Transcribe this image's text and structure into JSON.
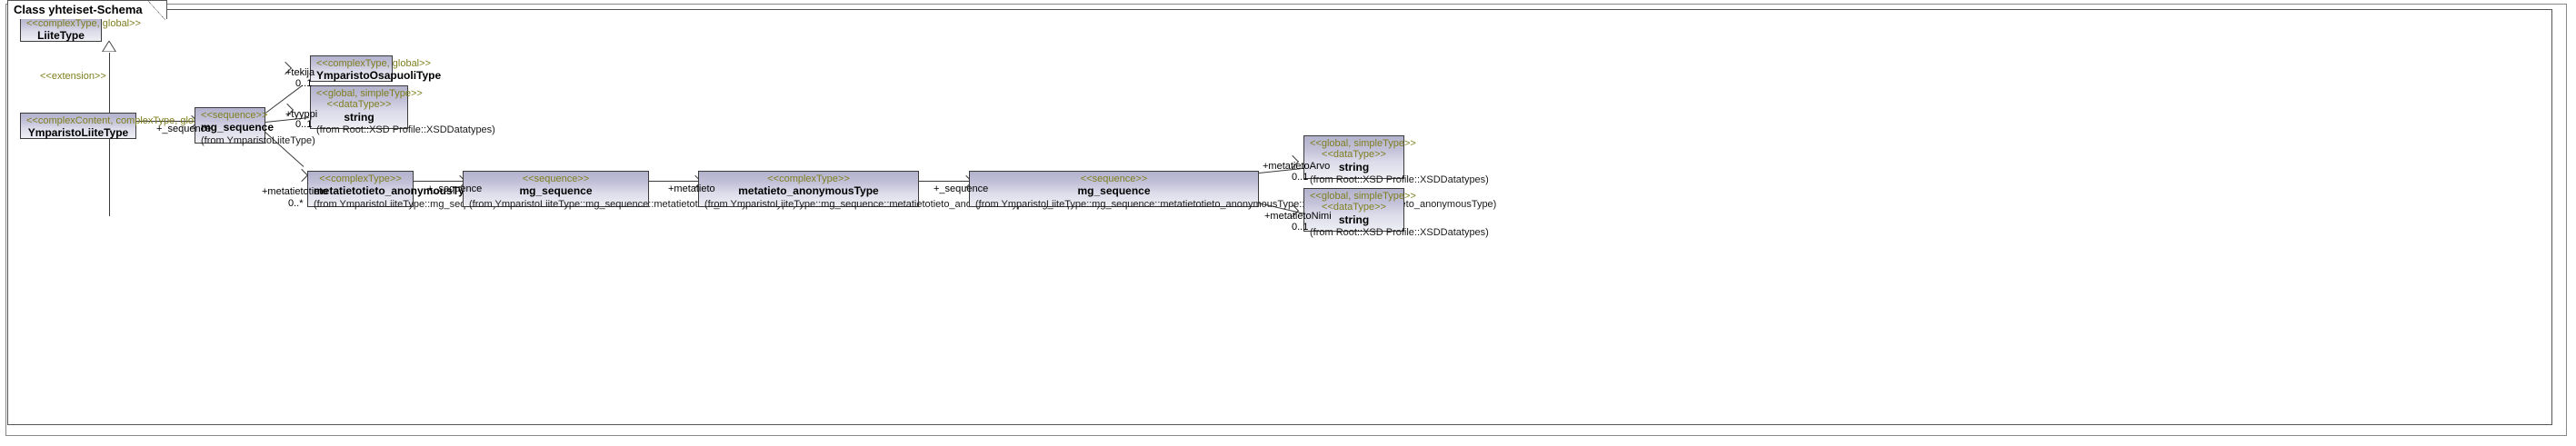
{
  "diagram": {
    "frame_title": "Class yhteiset-Schema",
    "nodes": {
      "liitetype": {
        "stereotype": "<<complexType, global>>",
        "name": "LiiteType"
      },
      "ymparisto_liitetype": {
        "stereotype": "<<complexContent, complexType, global>>",
        "name": "YmparistoLiiteType"
      },
      "mg_sequence_root": {
        "stereotype": "<<sequence>>",
        "name": "mg_sequence",
        "from": "(from YmparistoLiiteType)"
      },
      "ymparisto_osapuoli": {
        "stereotype": "<<complexType, global>>",
        "name": "YmparistoOsapuoliType"
      },
      "string_tyyppi": {
        "stereotype1": "<<global, simpleType>>",
        "stereotype2": "<<dataType>>",
        "name": "string",
        "from": "(from Root::XSD Profile::XSDDatatypes)"
      },
      "metatietotieto_anon": {
        "stereotype": "<<complexType>>",
        "name": "metatietotieto_anonymousType",
        "from": "(from YmparistoLiiteType::mg_sequence)"
      },
      "mg_sequence_2": {
        "stereotype": "<<sequence>>",
        "name": "mg_sequence",
        "from": "(from YmparistoLiiteType::mg_sequence::metatietotieto_anonymousType)"
      },
      "metatieto_anon": {
        "stereotype": "<<complexType>>",
        "name": "metatieto_anonymousType",
        "from": "(from YmparistoLiiteType::mg_sequence::metatietotieto_anonymousType::mg_sequence)"
      },
      "mg_sequence_3": {
        "stereotype": "<<sequence>>",
        "name": "mg_sequence",
        "from": "(from YmparistoLiiteType::mg_sequence::metatietotieto_anonymousType::mg_sequence::metatieto_anonymousType)"
      },
      "string_arvo": {
        "stereotype1": "<<global, simpleType>>",
        "stereotype2": "<<dataType>>",
        "name": "string",
        "from": "(from Root::XSD Profile::XSDDatatypes)"
      },
      "string_nimi": {
        "stereotype1": "<<global, simpleType>>",
        "stereotype2": "<<dataType>>",
        "name": "string",
        "from": "(from Root::XSD Profile::XSDDatatypes)"
      }
    },
    "edges": {
      "extension": {
        "stereotype": "<<extension>>"
      },
      "seq_root": {
        "role": "+_sequence"
      },
      "tekija": {
        "role": "+tekija",
        "multiplicity": "0..1"
      },
      "tyyppi": {
        "role": "+tyyppi",
        "multiplicity": "0..1"
      },
      "metatietotieto": {
        "role": "+metatietotieto",
        "multiplicity": "0..*"
      },
      "seq_2": {
        "role": "+_sequence"
      },
      "metatieto": {
        "role": "+metatieto"
      },
      "seq_3": {
        "role": "+_sequence"
      },
      "metatieto_arvo": {
        "role": "+metatietoArvo",
        "multiplicity": "0..1"
      },
      "metatieto_nimi": {
        "role": "+metatietoNimi",
        "multiplicity": "0..1"
      }
    },
    "colors": {
      "node_fill_top": "#b3b2cc",
      "node_fill_bottom": "#eeeef4",
      "node_border": "#3b3b3b",
      "stereotype_text": "#7f7f20",
      "frame_border": "#555555"
    }
  }
}
